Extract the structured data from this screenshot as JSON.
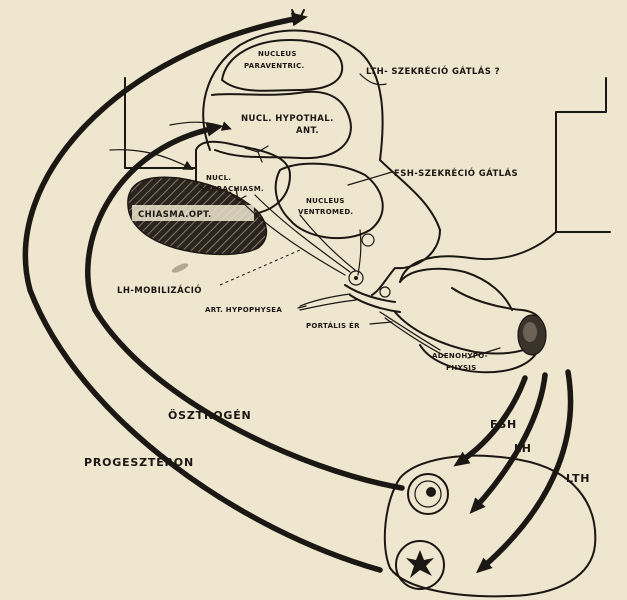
{
  "background_color": "#efe6cf",
  "ink_color": "#1b1712",
  "labels": {
    "nucleus_paraventric": [
      "NUCLEUS",
      "PARAVENTRIC."
    ],
    "nucl_hypothal_ant": [
      "NUCL. HYPOTHAL.",
      "ANT."
    ],
    "nucl_suprachiasm": [
      "NUCL.",
      "SUPRACHIASM."
    ],
    "nucleus_ventromed": [
      "NUCLEUS",
      "VENTROMED."
    ],
    "chiasma_opt": "CHIASMA.OPT.",
    "lth_szekrecio": "LTH- SZEKRÉCIÓ GÁTLÁS ?",
    "fsh_szekrecio": "FSH-SZEKRÉCIÓ GÁTLÁS",
    "lh_mobilizacio": "LH-MOBILIZÁCIÓ",
    "art_hypophysea": "ART. HYPOPHYSEA",
    "portalis_er": "PORTÁLIS ÉR",
    "adenohypophysis": [
      "ADENOHYPO-",
      "PHYSIS"
    ],
    "osztrogen": "ÖSZTROGÉN",
    "progeszteron": "PROGESZTERON",
    "fsh": "FSH",
    "lh": "LH",
    "lth": "LTH"
  }
}
